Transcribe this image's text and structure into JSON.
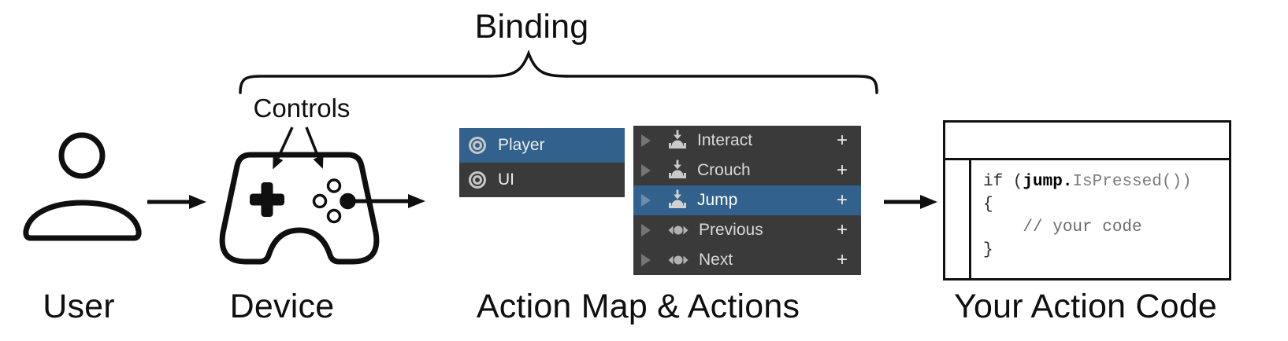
{
  "diagram": {
    "binding_label": "Binding",
    "controls_label": "Controls",
    "user_label": "User",
    "device_label": "Device",
    "action_map_label": "Action Map & Actions",
    "action_code_label": "Your Action Code"
  },
  "action_map_panel": {
    "items": [
      {
        "label": "Player",
        "selected": true
      },
      {
        "label": "UI",
        "selected": false
      }
    ]
  },
  "actions_panel": {
    "add_label": "+",
    "items": [
      {
        "label": "Interact",
        "icon": "button-control-icon",
        "selected": false
      },
      {
        "label": "Crouch",
        "icon": "button-control-icon",
        "selected": false
      },
      {
        "label": "Jump",
        "icon": "button-control-icon",
        "selected": true
      },
      {
        "label": "Previous",
        "icon": "axis-control-icon",
        "selected": false
      },
      {
        "label": "Next",
        "icon": "axis-control-icon",
        "selected": false
      }
    ]
  },
  "code_window": {
    "line1_keyword": "if (",
    "line1_action": "jump.",
    "line1_method": "IsPressed())",
    "line2": "{",
    "line3": "    // your code",
    "line4": "}"
  },
  "colors": {
    "selection_blue": "#31618C",
    "panel_dark": "#3A3A3A",
    "icon_gray": "#C7C7C7",
    "outline_black": "#0F0F0F"
  }
}
